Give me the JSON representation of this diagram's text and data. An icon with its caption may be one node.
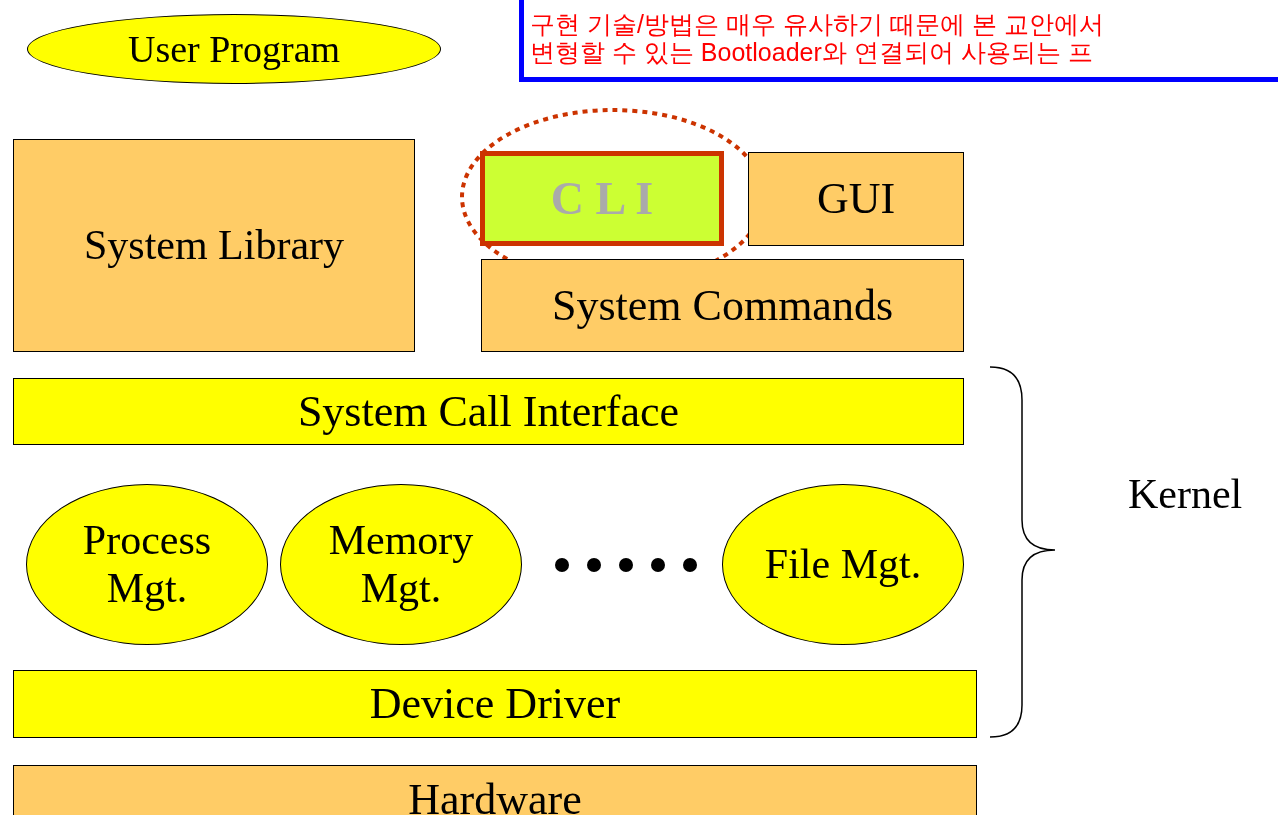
{
  "diagram": {
    "nodes": [
      {
        "text": [
          "User Program"
        ]
      },
      {
        "text": [
          "구현 기술/방법은 매우 유사하기 때문에 본 교안에서",
          "변형할 수 있는 Bootloader와 연결되어 사용되는 프"
        ]
      },
      {
        "text": [
          "System Library"
        ]
      },
      {
        "text": [
          "C L I"
        ]
      },
      {
        "text": [
          "GUI"
        ]
      },
      {
        "text": [
          "System Commands"
        ]
      },
      {
        "text": [
          "System Call Interface"
        ]
      },
      {
        "text": [
          "Process Mgt."
        ]
      },
      {
        "text": [
          "Memory Mgt."
        ]
      },
      {
        "text": [
          "File Mgt."
        ]
      },
      {
        "text": [
          "Device Driver"
        ]
      },
      {
        "text": [
          "Hardware"
        ]
      }
    ],
    "edges": [],
    "labels": [
      "Kernel"
    ]
  }
}
